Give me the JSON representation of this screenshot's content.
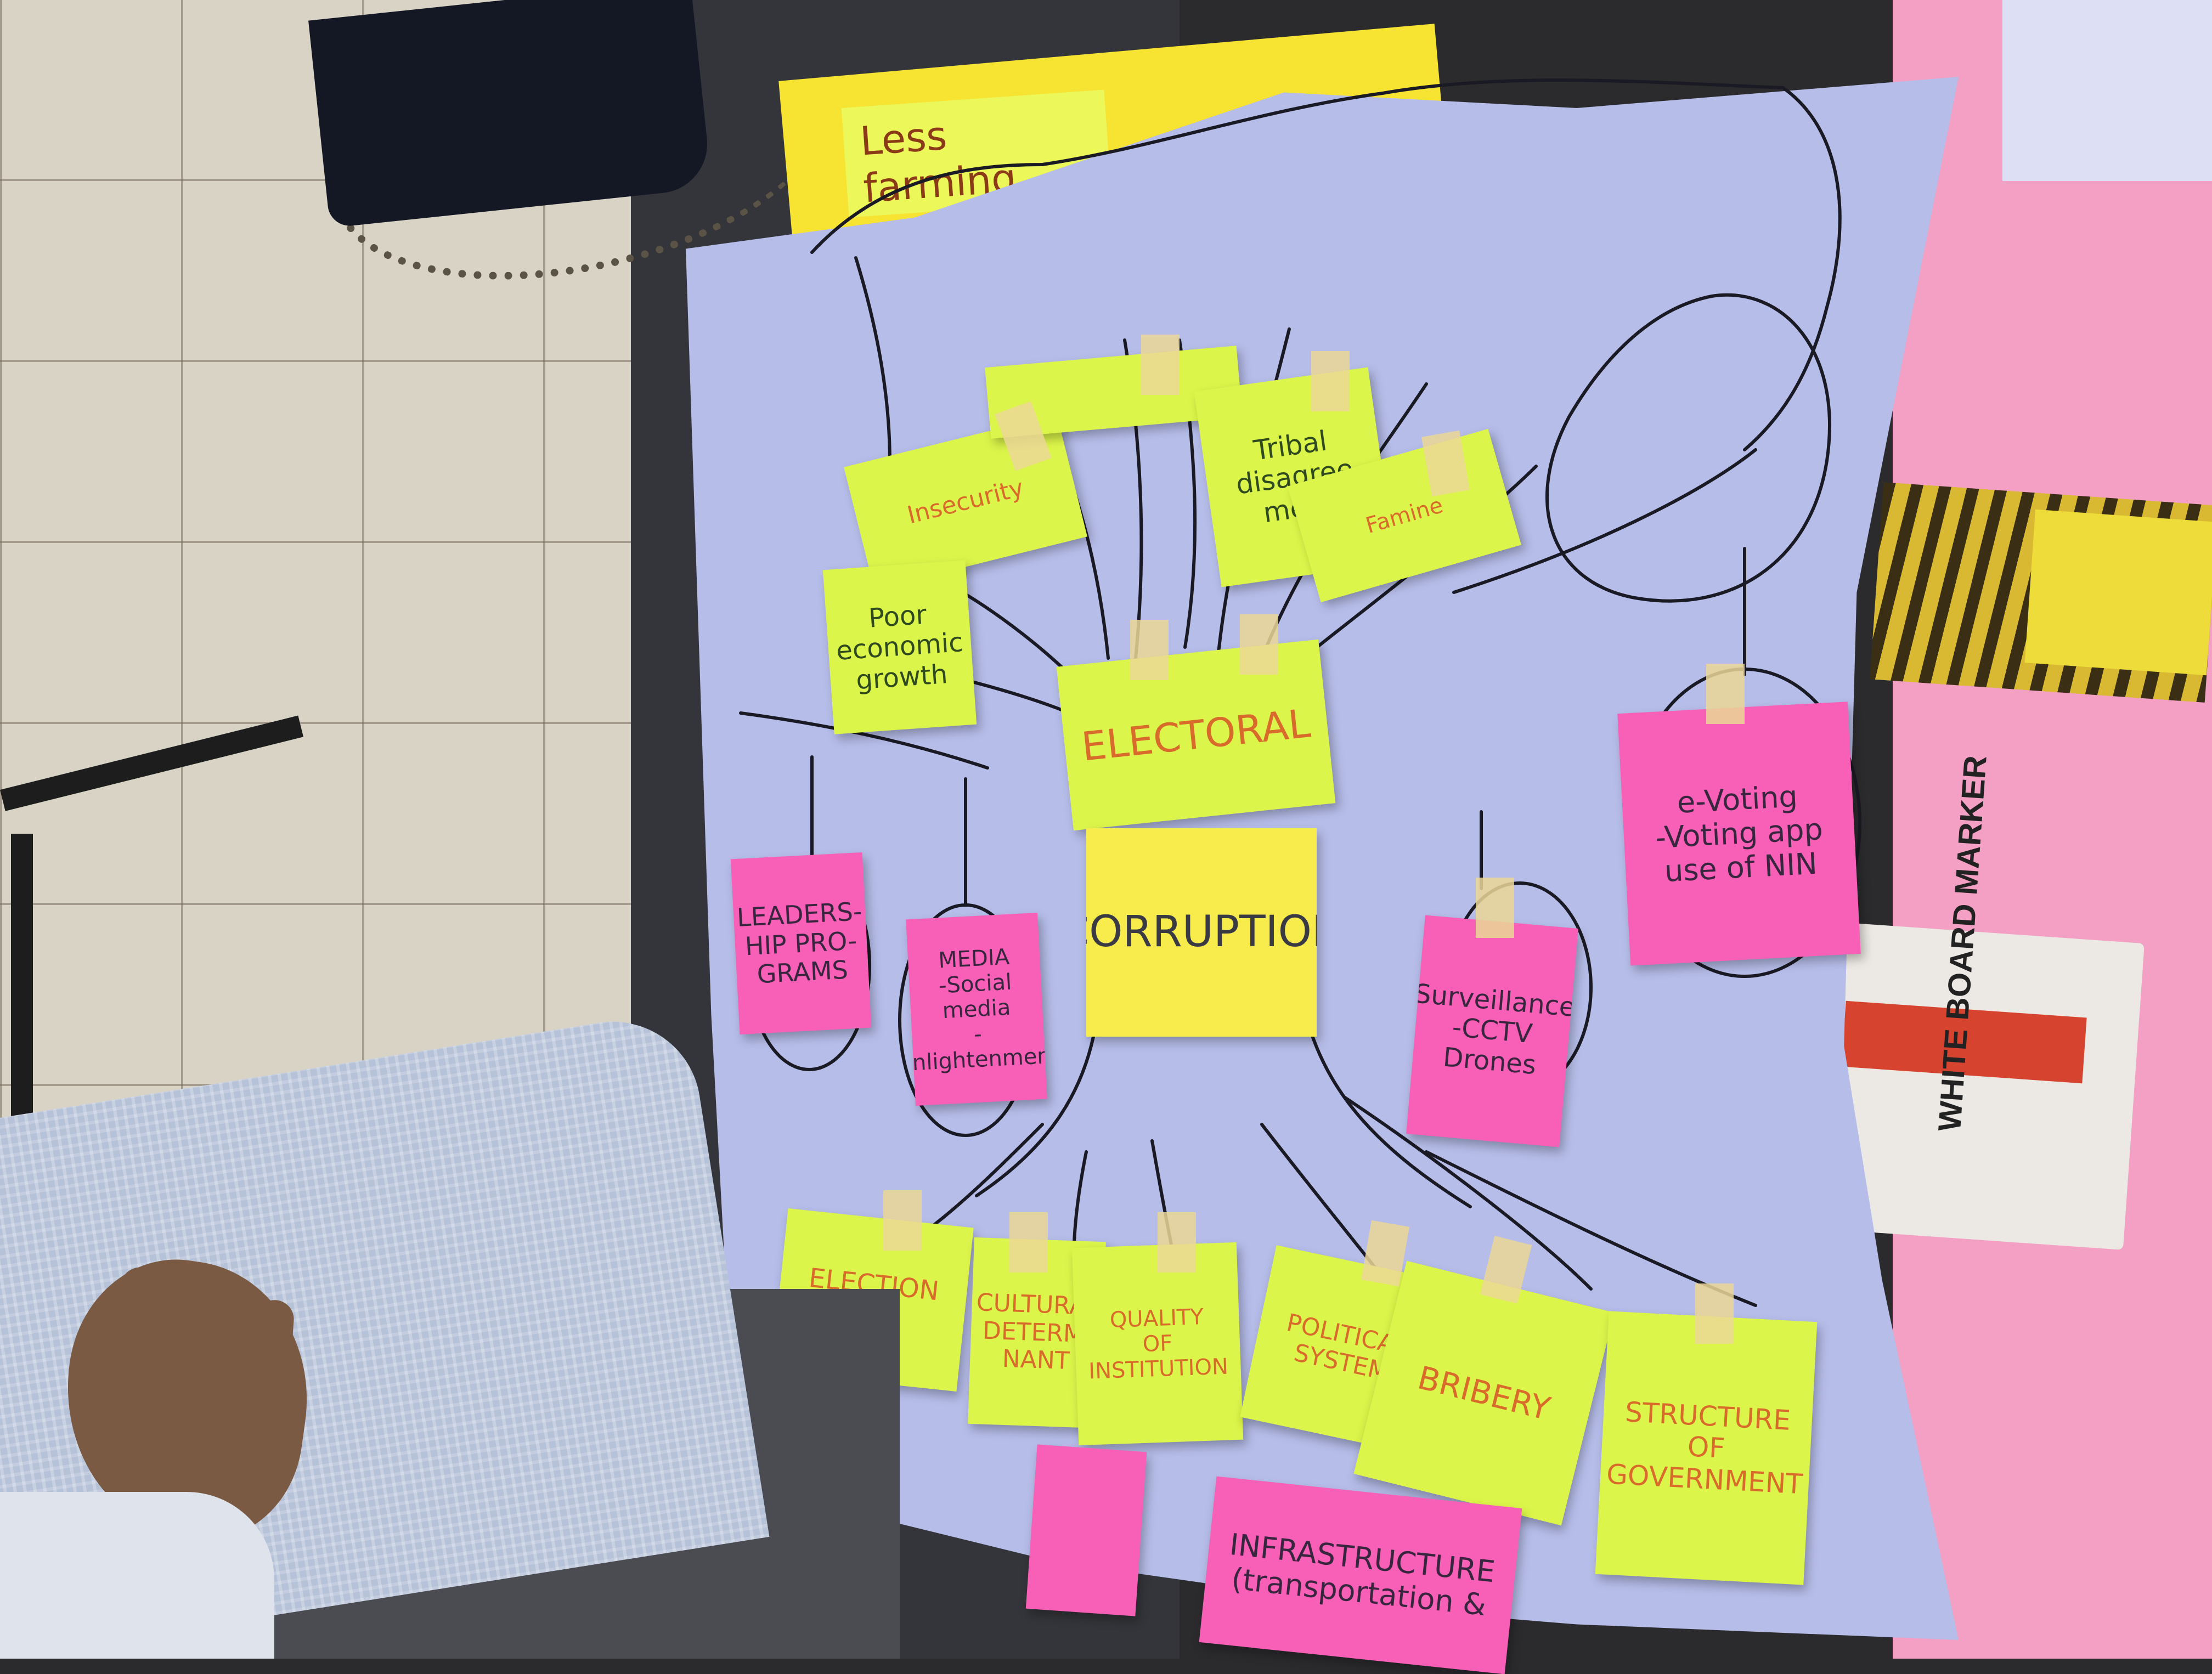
{
  "scene": {
    "description_hidden": "",
    "colors": {
      "paper": "#b6bde9",
      "lime_note": "#dcf54a",
      "pink_note": "#f85fb6",
      "yellow_note": "#f7ec4c",
      "pink_board": "#f3a0c4"
    }
  },
  "header_note": {
    "text": "Less farming"
  },
  "center": {
    "corruption": "CORRUPTION",
    "electoral": "ELECTORAL"
  },
  "causes": {
    "insecurity": "Insecurity",
    "tribal": "Tribal\ndisagree\nment",
    "poor_growth": "Poor\neconomic\ngrowth",
    "famine": "Famine"
  },
  "solutions": {
    "leadership": "LEADERS-\nHIP PRO-\nGRAMS",
    "media": "MEDIA\n-Social\nmedia\n-enlightenment",
    "surveillance": "Surveillance\n-CCTV\nDrones",
    "evoting": "e-Voting\n-Voting app\nuse of NIN"
  },
  "roots": {
    "election_rig": "ELECTION\nRIG",
    "cultural": "CULTURAL\nDETERMI\nNANT",
    "quality": "QUALITY\nOF\nINSTITUTION",
    "political": "POLITICAL\nSYSTEM",
    "bribery": "BRIBERY",
    "structure": "STRUCTURE\nOF\nGOVERNMENT"
  },
  "bottom_notes": {
    "infrastructure": "INFRASTRUCTURE\n(transportation &"
  },
  "box": {
    "label": "WHITE BOARD MARKER"
  }
}
